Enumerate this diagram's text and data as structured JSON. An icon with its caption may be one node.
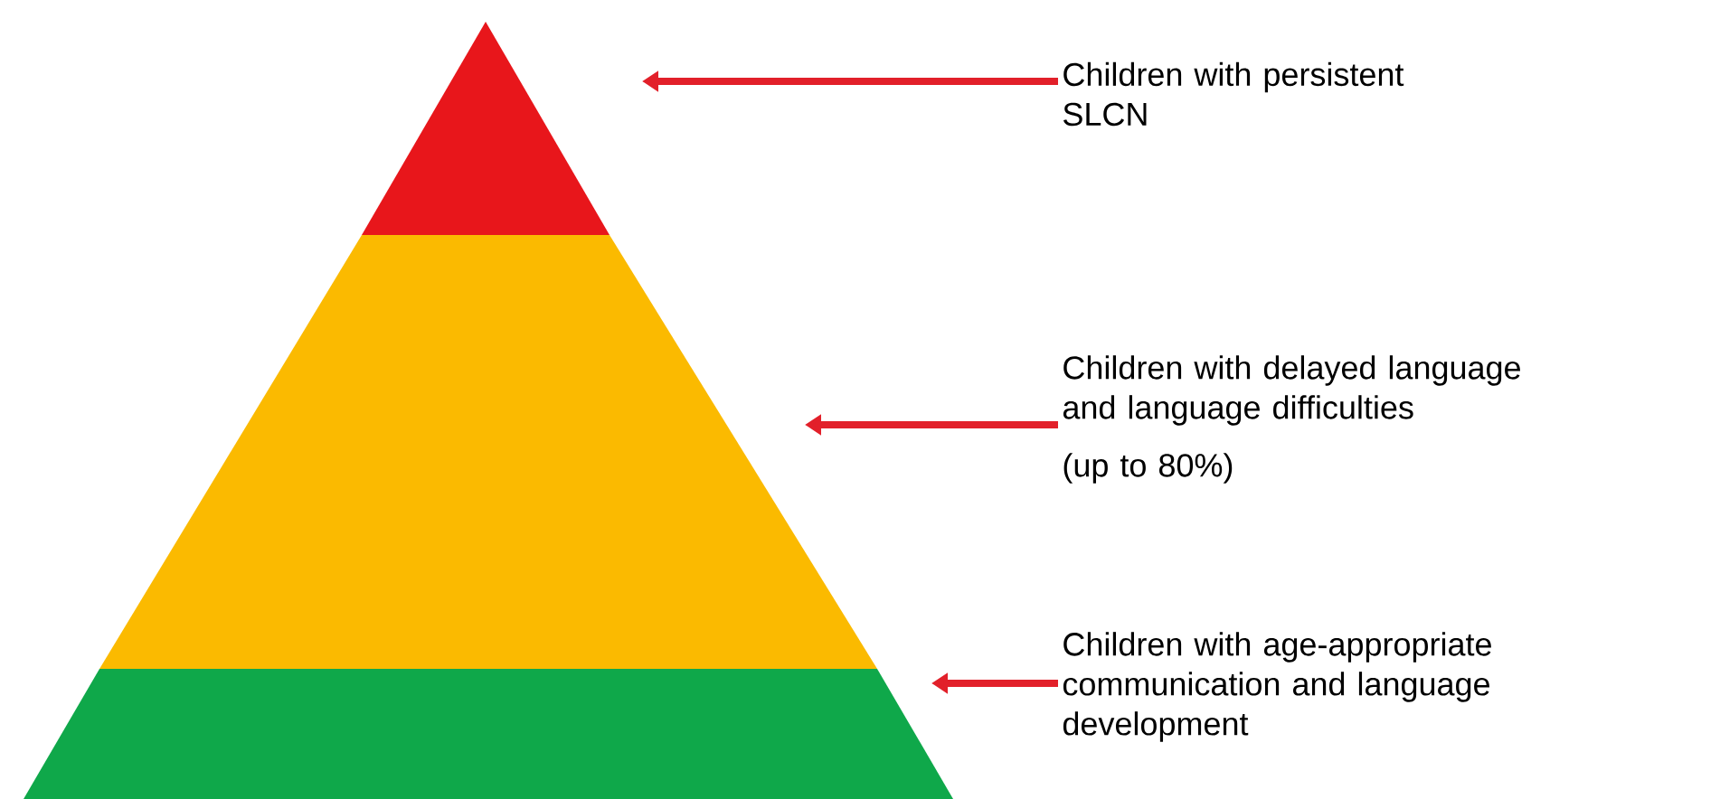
{
  "diagram": {
    "nodes": [
      {
        "text": [],
        "shape": "triangle"
      },
      {
        "text": [],
        "shape": "band"
      },
      {
        "text": [],
        "shape": "band"
      },
      {
        "text": [
          "Children with persistent SLCN"
        ]
      },
      {
        "text": [
          "Children with delayed language and language difficulties",
          "(up to 80%)"
        ]
      },
      {
        "text": [
          "Children with age-appropriate communication and language development"
        ]
      }
    ],
    "edges": [
      {
        "from": 3,
        "to": 0,
        "arrow": "to"
      },
      {
        "from": 4,
        "to": 1,
        "arrow": "to"
      },
      {
        "from": 5,
        "to": 2,
        "arrow": "to"
      }
    ]
  }
}
